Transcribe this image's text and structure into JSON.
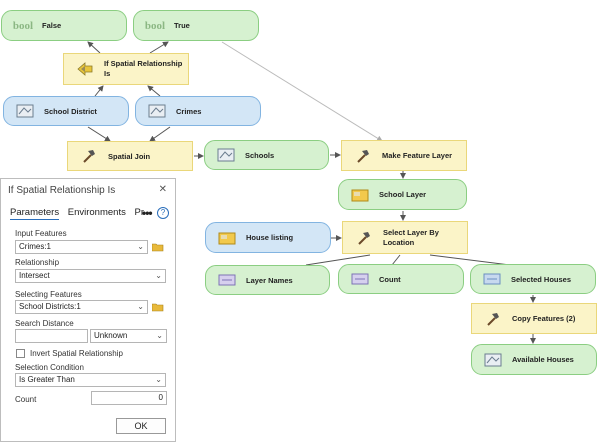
{
  "nodes": {
    "false_out": {
      "label": "False",
      "icon": "bool"
    },
    "true_out": {
      "label": "True",
      "icon": "bool"
    },
    "if_spatial": {
      "label": "If Spatial Relationship Is"
    },
    "school_district": {
      "label": "School District"
    },
    "crimes": {
      "label": "Crimes"
    },
    "spatial_join": {
      "label": "Spatial Join"
    },
    "schools": {
      "label": "Schools"
    },
    "make_feature_layer": {
      "label": "Make Feature Layer"
    },
    "school_layer": {
      "label": "School Layer"
    },
    "house_listing": {
      "label": "House listing"
    },
    "select_layer": {
      "label": "Select Layer By Location"
    },
    "layer_names": {
      "label": "Layer Names"
    },
    "count": {
      "label": "Count"
    },
    "selected_houses": {
      "label": "Selected Houses"
    },
    "copy_features": {
      "label": "Copy Features (2)"
    },
    "available_houses": {
      "label": "Available Houses"
    }
  },
  "panel": {
    "title": "If Spatial Relationship Is",
    "tabs": [
      "Parameters",
      "Environments",
      "Pr"
    ],
    "input_features_label": "Input Features",
    "input_features_value": "Crimes:1",
    "relationship_label": "Relationship",
    "relationship_value": "Intersect",
    "selecting_features_label": "Selecting Features",
    "selecting_features_value": "School Districts:1",
    "search_distance_label": "Search Distance",
    "search_distance_value": "",
    "search_distance_unit": "Unknown",
    "invert_label": "Invert Spatial Relationship",
    "invert_checked": false,
    "selection_condition_label": "Selection Condition",
    "selection_condition_value": "Is Greater Than",
    "count_label": "Count",
    "count_value": "0",
    "ok_label": "OK"
  }
}
